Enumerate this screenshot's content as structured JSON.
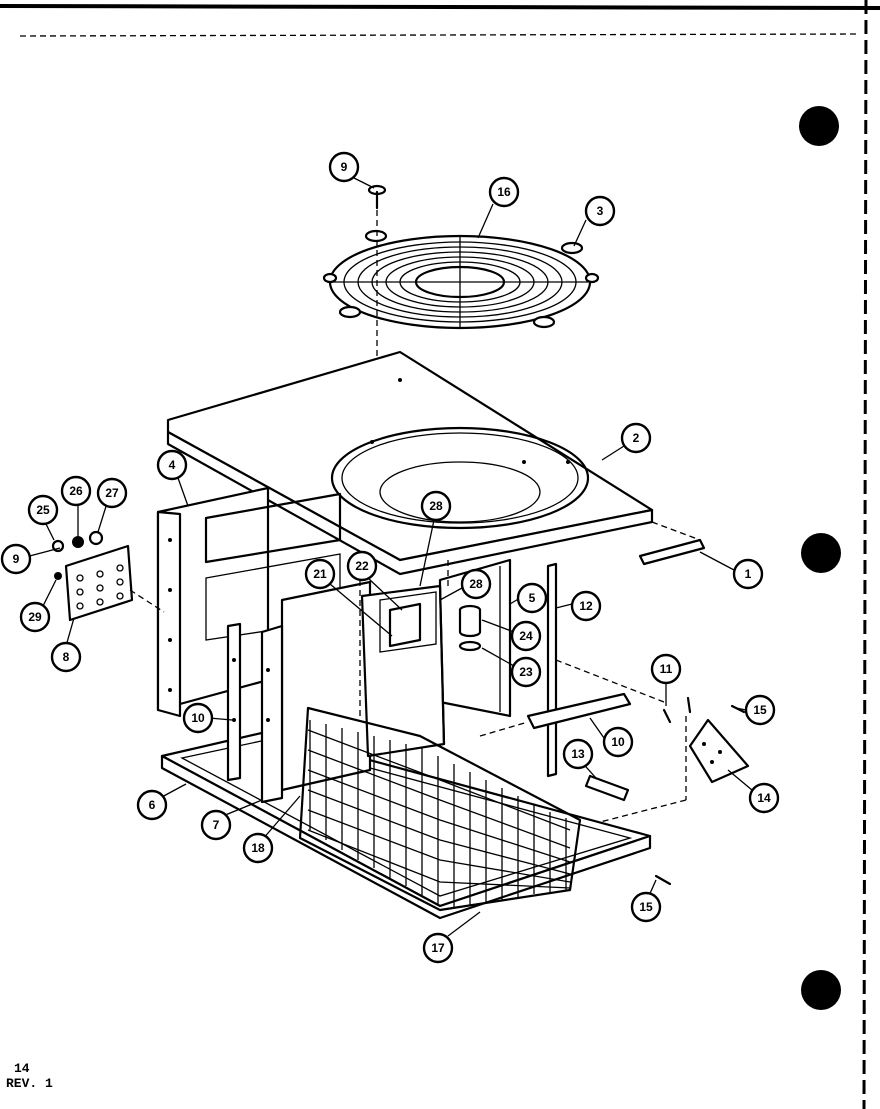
{
  "footer": {
    "page_number": "14",
    "revision": "REV. 1"
  },
  "callouts": [
    {
      "id": "c1",
      "label": "9"
    },
    {
      "id": "c2",
      "label": "16"
    },
    {
      "id": "c3",
      "label": "3"
    },
    {
      "id": "c4",
      "label": "2"
    },
    {
      "id": "c5",
      "label": "1"
    },
    {
      "id": "c6",
      "label": "4"
    },
    {
      "id": "c7",
      "label": "25"
    },
    {
      "id": "c8",
      "label": "26"
    },
    {
      "id": "c9",
      "label": "27"
    },
    {
      "id": "c10",
      "label": "9"
    },
    {
      "id": "c11",
      "label": "29"
    },
    {
      "id": "c12",
      "label": "8"
    },
    {
      "id": "c13",
      "label": "28"
    },
    {
      "id": "c14",
      "label": "21"
    },
    {
      "id": "c15",
      "label": "22"
    },
    {
      "id": "c16",
      "label": "28"
    },
    {
      "id": "c17",
      "label": "5"
    },
    {
      "id": "c18",
      "label": "12"
    },
    {
      "id": "c19",
      "label": "24"
    },
    {
      "id": "c20",
      "label": "23"
    },
    {
      "id": "c21",
      "label": "11"
    },
    {
      "id": "c22",
      "label": "15"
    },
    {
      "id": "c23",
      "label": "10"
    },
    {
      "id": "c24",
      "label": "10"
    },
    {
      "id": "c25",
      "label": "13"
    },
    {
      "id": "c26",
      "label": "14"
    },
    {
      "id": "c27",
      "label": "6"
    },
    {
      "id": "c28",
      "label": "7"
    },
    {
      "id": "c29",
      "label": "18"
    },
    {
      "id": "c30",
      "label": "15"
    },
    {
      "id": "c31",
      "label": "17"
    }
  ]
}
